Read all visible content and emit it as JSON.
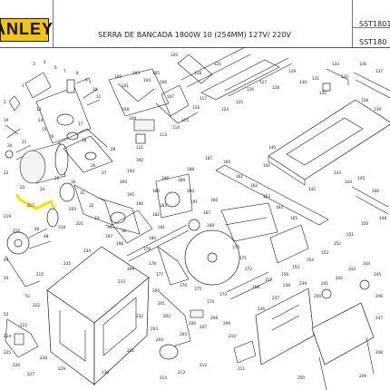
{
  "header": {
    "brand": "ANLEY",
    "title": "SERRA DE BANCADA 1800W 10 (254MM) 127V/ 220V",
    "sku_top": "SST1801",
    "sku_bottom": "SST180"
  },
  "highlight_color": "#f5e000",
  "highlight_label": "219",
  "parts": {
    "p1": "1",
    "p2": "2",
    "p3": "3",
    "p4": "4",
    "p5": "5",
    "p7": "7",
    "p8": "8",
    "p9": "9",
    "p10": "10",
    "p11": "11",
    "p13": "13",
    "p14": "14",
    "p15": "15",
    "p16": "16",
    "p17": "17",
    "p18": "18",
    "p19": "19",
    "p20": "20",
    "p21": "21",
    "p22": "22",
    "p23": "23",
    "p24": "24",
    "p25": "25",
    "p26": "26",
    "p27": "27",
    "p28": "28",
    "p30": "30",
    "p31": "31",
    "p32": "32",
    "p33": "33",
    "p34": "34",
    "p36": "36",
    "p46": "46",
    "p48": "48",
    "p49": "49",
    "p50": "50",
    "p51": "51",
    "p52": "52",
    "p100": "100",
    "p101": "101",
    "p103": "103",
    "p104": "104",
    "p105": "105",
    "p106": "106",
    "p107": "107",
    "p108": "108",
    "p109": "109",
    "p111": "111",
    "p113": "113",
    "p114": "114",
    "p115": "115",
    "p116": "116",
    "p117": "117",
    "p118": "118",
    "p120": "120",
    "p121": "121",
    "p124": "124",
    "p125": "125",
    "p126": "126",
    "p127": "127",
    "p128": "128",
    "p129": "129",
    "p130": "130",
    "p131": "131",
    "p132": "132",
    "p133": "133",
    "p134": "134",
    "p136": "136",
    "p137": "137",
    "p138": "138",
    "p139": "139",
    "p140": "140",
    "p141": "141",
    "p142": "142",
    "p143": "143",
    "p144": "144",
    "p145": "145",
    "p146": "146",
    "p148": "148",
    "p150": "150",
    "p151": "151",
    "p152": "152",
    "p153": "153",
    "p154": "154",
    "p155": "155",
    "p156": "156",
    "p157": "157",
    "p158": "158",
    "p160": "160",
    "p161": "161",
    "p162": "162",
    "p163": "163",
    "p164": "164",
    "p165": "165",
    "p166": "166",
    "p167": "167",
    "p168": "168",
    "p170": "170",
    "p171": "171",
    "p172": "172",
    "p173": "173",
    "p174": "174",
    "p175": "175",
    "p176": "176",
    "p177": "177",
    "p178": "178",
    "p179": "179",
    "p180": "180",
    "p181": "181",
    "p182": "182",
    "p183": "183",
    "p185": "185",
    "p186": "186",
    "p187": "187",
    "p188": "188",
    "p189": "189",
    "p190": "190",
    "p191": "191",
    "p192": "192",
    "p193": "193",
    "p194": "194",
    "p195": "195",
    "p196": "196",
    "p197": "197",
    "p198": "198",
    "p199": "199",
    "p200": "200",
    "p201": "201",
    "p202": "202",
    "p203": "203",
    "p204": "204",
    "p205": "205",
    "p206": "206",
    "p207": "207",
    "p208": "208",
    "p209": "209",
    "p210": "210",
    "p211": "211",
    "p212": "212",
    "p213": "213",
    "p214": "214",
    "p215": "215",
    "p216": "216",
    "p217": "217",
    "p218": "218",
    "p220": "220",
    "p221": "221",
    "p222": "222",
    "p223": "223",
    "p224": "224",
    "p225": "225",
    "p226": "226",
    "p227": "227",
    "p228": "228",
    "p229": "229",
    "p230": "230",
    "p231": "231",
    "p232": "232",
    "p233": "233",
    "p234": "234",
    "p235": "235",
    "p236": "236",
    "p237": "237",
    "p238": "238",
    "p239": "239",
    "p240": "240",
    "p241": "241",
    "p242": "242",
    "p243": "243",
    "p244": "244",
    "p245": "245",
    "p246": "246",
    "p247": "247",
    "p248": "248",
    "p249": "249",
    "p250": "250"
  }
}
